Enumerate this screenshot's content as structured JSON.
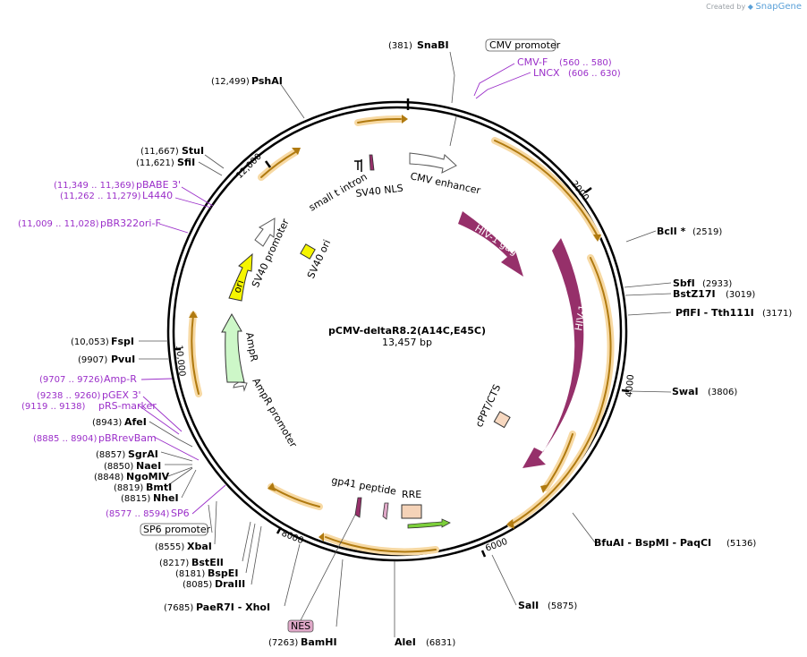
{
  "credit": {
    "prefix": "Created by",
    "brand": "SnapGene"
  },
  "plasmid": {
    "name": "pCMV-deltaR8.2(A14C,E45C)",
    "length": "13,457 bp",
    "length_bp": 13457
  },
  "ticks": [
    "2000",
    "4000",
    "6000",
    "8000",
    "10,000",
    "12,000"
  ],
  "colors": {
    "gag_pol": "#96306a",
    "ori": "#f5f500",
    "ampr": "#cdf7c8",
    "cppt": "#f7d8c0",
    "rre": "#f5d3b8",
    "orf": "#f5b95a",
    "primer": "#9b2fc9"
  },
  "sites": [
    {
      "pos": "(381)",
      "name": "SnaBI"
    },
    {
      "pos": "(12,499)",
      "name": "PshAI"
    },
    {
      "pos": "(11,667)",
      "name": "StuI"
    },
    {
      "pos": "(11,621)",
      "name": "SfiI"
    },
    {
      "pos": "(10,053)",
      "name": "FspI"
    },
    {
      "pos": "(9907)",
      "name": "PvuI"
    },
    {
      "pos": "(8943)",
      "name": "AfeI"
    },
    {
      "pos": "(8857)",
      "name": "SgrAI"
    },
    {
      "pos": "(8850)",
      "name": "NaeI"
    },
    {
      "pos": "(8848)",
      "name": "NgoMIV"
    },
    {
      "pos": "(8819)",
      "name": "BmtI"
    },
    {
      "pos": "(8815)",
      "name": "NheI"
    },
    {
      "pos": "(8555)",
      "name": "XbaI"
    },
    {
      "pos": "(8217)",
      "name": "BstEII"
    },
    {
      "pos": "(8181)",
      "name": "BspEI"
    },
    {
      "pos": "(8085)",
      "name": "DraIII"
    },
    {
      "pos": "(7685)",
      "name": "PaeR7I   - XhoI"
    },
    {
      "pos": "(7263)",
      "name": "BamHI"
    },
    {
      "pos": "(6831)",
      "name": "AleI"
    },
    {
      "pos": "(5875)",
      "name": "SalI"
    },
    {
      "pos": "(5136)",
      "name": "BfuAI   - BspMI   - PaqCI"
    },
    {
      "pos": "(3806)",
      "name": "SwaI"
    },
    {
      "pos": "(3171)",
      "name": "PflFI   - Tth111I"
    },
    {
      "pos": "(3019)",
      "name": "BstZ17I"
    },
    {
      "pos": "(2933)",
      "name": "SbfI"
    },
    {
      "pos": "(2519)",
      "name": "BclI *"
    }
  ],
  "primers": [
    {
      "pos": "(560 .. 580)",
      "name": "CMV-F"
    },
    {
      "pos": "(606 .. 630)",
      "name": "LNCX"
    },
    {
      "pos": "(11,349 .. 11,369)",
      "name": "pBABE 3'"
    },
    {
      "pos": "(11,262 .. 11,279)",
      "name": "L4440"
    },
    {
      "pos": "(11,009 .. 11,028)",
      "name": "pBR322ori-F"
    },
    {
      "pos": "(9707 .. 9726)",
      "name": "Amp-R"
    },
    {
      "pos": "(9238 .. 9260)",
      "name": "pGEX 3'"
    },
    {
      "pos": "(9119 .. 9138)",
      "name": "pRS-marker"
    },
    {
      "pos": "(8885 .. 8904)",
      "name": "pBRrevBam"
    },
    {
      "pos": "(8577 .. 8594)",
      "name": "SP6"
    }
  ],
  "boxed": {
    "cmv_promoter": "CMV promoter",
    "sp6_promoter": "SP6 promoter",
    "nes": "NES"
  },
  "features": {
    "gag": "HIV-1 gag",
    "pol": "HIV-1 pol",
    "cppt": "cPPT/CTS",
    "rre": "RRE",
    "gp41": "gp41 peptide",
    "cmv_enhancer": "CMV enhancer",
    "sv40_nls": "SV40 NLS",
    "small_t": "small t intron",
    "sv40_promoter": "SV40 promoter",
    "sv40_ori": "SV40 ori",
    "ori": "ori",
    "ampr": "AmpR",
    "ampr_promoter": "AmpR promoter"
  }
}
